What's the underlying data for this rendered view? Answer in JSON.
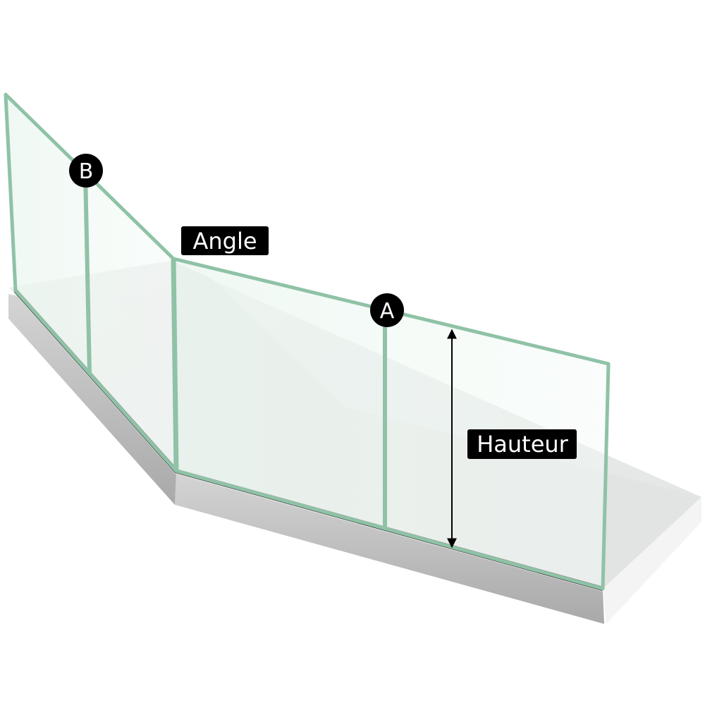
{
  "labels": {
    "angle": "Angle",
    "height": "Hauteur",
    "marker_a": "A",
    "marker_b": "B"
  },
  "colors": {
    "glass_edge": "#8fc2a6",
    "glass_fill": "#e9f4ee",
    "floor": "#e9eaea",
    "profile": "#bdbdbd",
    "label_bg": "#000000",
    "label_text": "#ffffff"
  }
}
